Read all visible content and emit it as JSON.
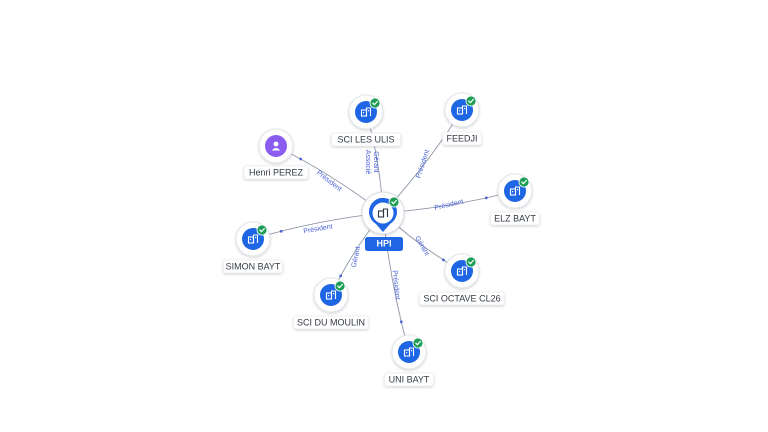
{
  "center": {
    "id": "hpi",
    "label": "HPI",
    "icon": "building-icon"
  },
  "nodes": [
    {
      "id": "sci-les-ulis",
      "label": "SCI LES ULIS",
      "icon": "building-icon",
      "verified": true
    },
    {
      "id": "feedji",
      "label": "FEEDJI",
      "icon": "building-icon",
      "verified": true
    },
    {
      "id": "henri-perez",
      "label": "Henri PEREZ",
      "icon": "person-icon",
      "verified": false
    },
    {
      "id": "elz-bayt",
      "label": "ELZ BAYT",
      "icon": "building-icon",
      "verified": true
    },
    {
      "id": "simon-bayt",
      "label": "SIMON BAYT",
      "icon": "building-icon",
      "verified": true
    },
    {
      "id": "sci-octave-cl26",
      "label": "SCI OCTAVE CL26",
      "icon": "building-icon",
      "verified": true
    },
    {
      "id": "sci-du-moulin",
      "label": "SCI DU MOULIN",
      "icon": "building-icon",
      "verified": true
    },
    {
      "id": "uni-bayt",
      "label": "UNI BAYT",
      "icon": "building-icon",
      "verified": true
    }
  ],
  "edges": [
    {
      "to": "sci-les-ulis",
      "labels": [
        "Gérant",
        "Associé"
      ]
    },
    {
      "to": "feedji",
      "labels": [
        "Président"
      ]
    },
    {
      "to": "henri-perez",
      "labels": [
        "Président"
      ]
    },
    {
      "to": "elz-bayt",
      "labels": [
        "Président"
      ]
    },
    {
      "to": "simon-bayt",
      "labels": [
        "Président"
      ]
    },
    {
      "to": "sci-octave-cl26",
      "labels": [
        "Gérant"
      ]
    },
    {
      "to": "sci-du-moulin",
      "labels": [
        "Gérant"
      ]
    },
    {
      "to": "uni-bayt",
      "labels": [
        "Président"
      ]
    }
  ],
  "colors": {
    "node_blue": "#1f66e5",
    "person_purple": "#8a5cf0",
    "check_green": "#1e9e54",
    "edge": "#8d97a6",
    "edge_label": "#4a62d6"
  }
}
